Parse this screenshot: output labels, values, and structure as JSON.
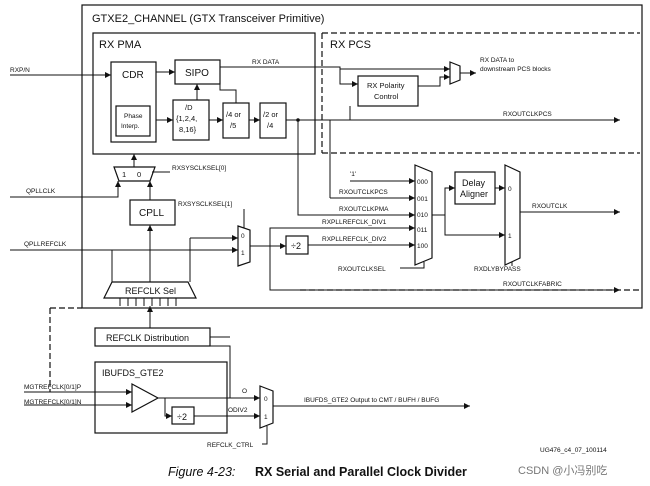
{
  "channel_title": "GTXE2_CHANNEL (GTX Transceiver Primitive)",
  "rx_pma": "RX PMA",
  "rx_pcs": "RX PCS",
  "blocks": {
    "cdr": "CDR",
    "phase_interp_1": "Phase",
    "phase_interp_2": "Interp.",
    "sipo": "SIPO",
    "div_d_1": "/D",
    "div_d_2": "{1,2,4,",
    "div_d_3": "8,16}",
    "div_4or5_1": "/4 or",
    "div_4or5_2": "/5",
    "div_2or4_1": "/2 or",
    "div_2or4_2": "/4",
    "rx_polarity_1": "RX Polarity",
    "rx_polarity_2": "Control",
    "cpll": "CPLL",
    "delay_aligner_1": "Delay",
    "delay_aligner_2": "Aligner",
    "refclk_sel": "REFCLK Sel",
    "refclk_distribution": "REFCLK Distribution",
    "ibufds": "IBUFDS_GTE2",
    "div2_a": "÷2",
    "div2_b": "÷2"
  },
  "signals": {
    "rxpn": "RXP/N",
    "rx_data": "RX DATA",
    "rx_data_to_1": "RX DATA to",
    "rx_data_to_2": "downstream PCS blocks",
    "rxoutclkpcs_top": "RXOUTCLKPCS",
    "rxsysclksel0": "RXSYSCLKSEL[0]",
    "qpllclk": "QPLLCLK",
    "qpllrefclk": "QPLLREFCLK",
    "rxsysclksel1": "RXSYSCLKSEL[1]",
    "one_const": "'1'",
    "rxoutclkpcs": "RXOUTCLKPCS",
    "rxoutclkpma": "RXOUTCLKPMA",
    "rxpllrefclk_div1": "RXPLLREFCLK_DIV1",
    "rxpllrefclk_div2": "RXPLLREFCLK_DIV2",
    "rxoutclksel": "RXOUTCLKSEL",
    "rxdlybypass": "RXDLYBYPASS",
    "rxoutclk": "RXOUTCLK",
    "rxoutclkfabric": "RXOUTCLKFABRIC",
    "mgtrefclk_p": "MGTREFCLK[0/1]P",
    "mgtrefclk_n": "MGTREFCLK[0/1]N",
    "o_label": "O",
    "odiv2": "ODIV2",
    "ibufds_out": "IBUFDS_GTE2   Output to CMT / BUFH / BUFG",
    "refclk_ctrl": "REFCLK_CTRL"
  },
  "mux_inputs": {
    "m000": "000",
    "m001": "001",
    "m010": "010",
    "m011": "011",
    "m100": "100",
    "one": "1",
    "zero": "0",
    "d0": "0",
    "d1": "1",
    "c0": "0",
    "c1": "1",
    "i0": "0",
    "i1": "1"
  },
  "figure_id": "UG476_c4_07_100114",
  "caption": {
    "figure": "Figure 4-23:",
    "title": "RX Serial and Parallel Clock Divider"
  },
  "watermark": "CSDN @小冯别吃"
}
